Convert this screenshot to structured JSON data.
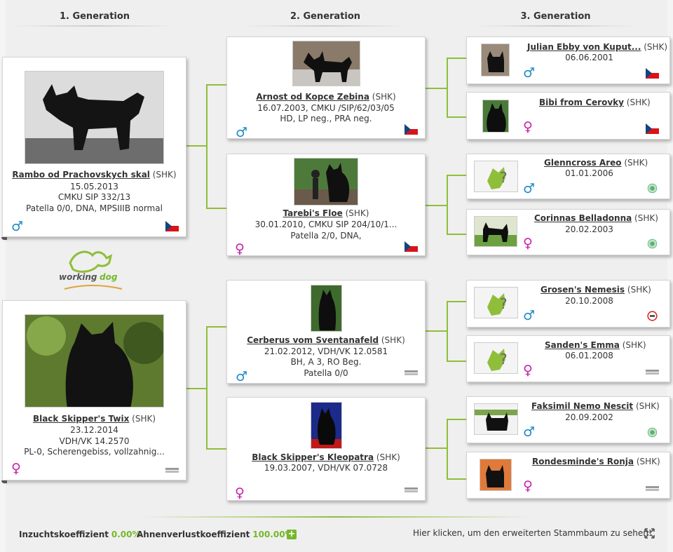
{
  "headers": {
    "gen1": "1. Generation",
    "gen2": "2. Generation",
    "gen3": "3. Generation"
  },
  "gen1": [
    {
      "name": "Rambo od Prachovskych skal",
      "breed": "(SHK)",
      "line1": "15.05.2013",
      "line2": "CMKU SIP 332/13",
      "line3": "Patella 0/0, DNA, MPSIIIB normal",
      "sex": "♂"
    },
    {
      "name": "Black Skipper's Twix",
      "breed": "(SHK)",
      "line1": "23.12.2014",
      "line2": "VDH/VK 14.2570",
      "line3": "PL-0, Scherengebiss, vollzahnig...",
      "sex": "♀"
    }
  ],
  "gen2": [
    {
      "name": "Arnost od Kopce Zebina",
      "breed": "(SHK)",
      "line1": "16.07.2003, CMKU /SIP/62/03/05",
      "line2": "HD, LP neg., PRA neg.",
      "line3": "",
      "sex": "♂"
    },
    {
      "name": "Tarebi's Floe",
      "breed": "(SHK)",
      "line1": "30.01.2010, CMKU SIP 204/10/1...",
      "line2": "Patella 2/0, DNA,",
      "line3": "",
      "sex": "♀"
    },
    {
      "name": "Cerberus vom Sventanafeld",
      "breed": "(SHK)",
      "line1": "21.02.2012, VDH/VK 12.0581",
      "line2": "BH, A 3, RO Beg.",
      "line3": "Patella 0/0",
      "sex": "♂"
    },
    {
      "name": "Black Skipper's Kleopatra",
      "breed": "(SHK)",
      "line1": "19.03.2007, VDH/VK 07.0728",
      "line2": "",
      "line3": "",
      "sex": "♀"
    }
  ],
  "gen3": [
    {
      "name": "Julian Ebby von Kuput...",
      "breed": "(SHK)",
      "line1": "06.06.2001",
      "sex": "♂"
    },
    {
      "name": "Bibi from Cerovky",
      "breed": "(SHK)",
      "line1": "",
      "sex": "♀"
    },
    {
      "name": "Glenncross Areo",
      "breed": "(SHK)",
      "line1": "01.01.2006",
      "sex": "♂"
    },
    {
      "name": "Corinnas Belladonna",
      "breed": "(SHK)",
      "line1": "20.02.2003",
      "sex": "♀"
    },
    {
      "name": "Grosen's Nemesis",
      "breed": "(SHK)",
      "line1": "20.10.2008",
      "sex": "♂"
    },
    {
      "name": "Sanden's Emma",
      "breed": "(SHK)",
      "line1": "06.01.2008",
      "sex": "♀"
    },
    {
      "name": "Faksimil Nemo Nescit",
      "breed": "(SHK)",
      "line1": "20.09.2002",
      "sex": "♂"
    },
    {
      "name": "Rondesminde's Ronja",
      "breed": "(SHK)",
      "line1": "",
      "sex": "♀"
    }
  ],
  "logo": {
    "word1": "working",
    "word2": "dog"
  },
  "footer": {
    "inbreeding_label": "Inzuchtskoeffizient",
    "inbreeding_value": "0.00%",
    "ancestor_loss_label": "Ahnenverlustkoeffizient",
    "ancestor_loss_value": "100.00%",
    "plus": "+",
    "extended_link": "Hier klicken, um den erweiterten Stammbaum zu sehen!"
  },
  "colors": {
    "connector": "#8fbe3a",
    "male": "#1f8ac6",
    "female": "#c81fa9",
    "accent_green": "#76b82a"
  }
}
